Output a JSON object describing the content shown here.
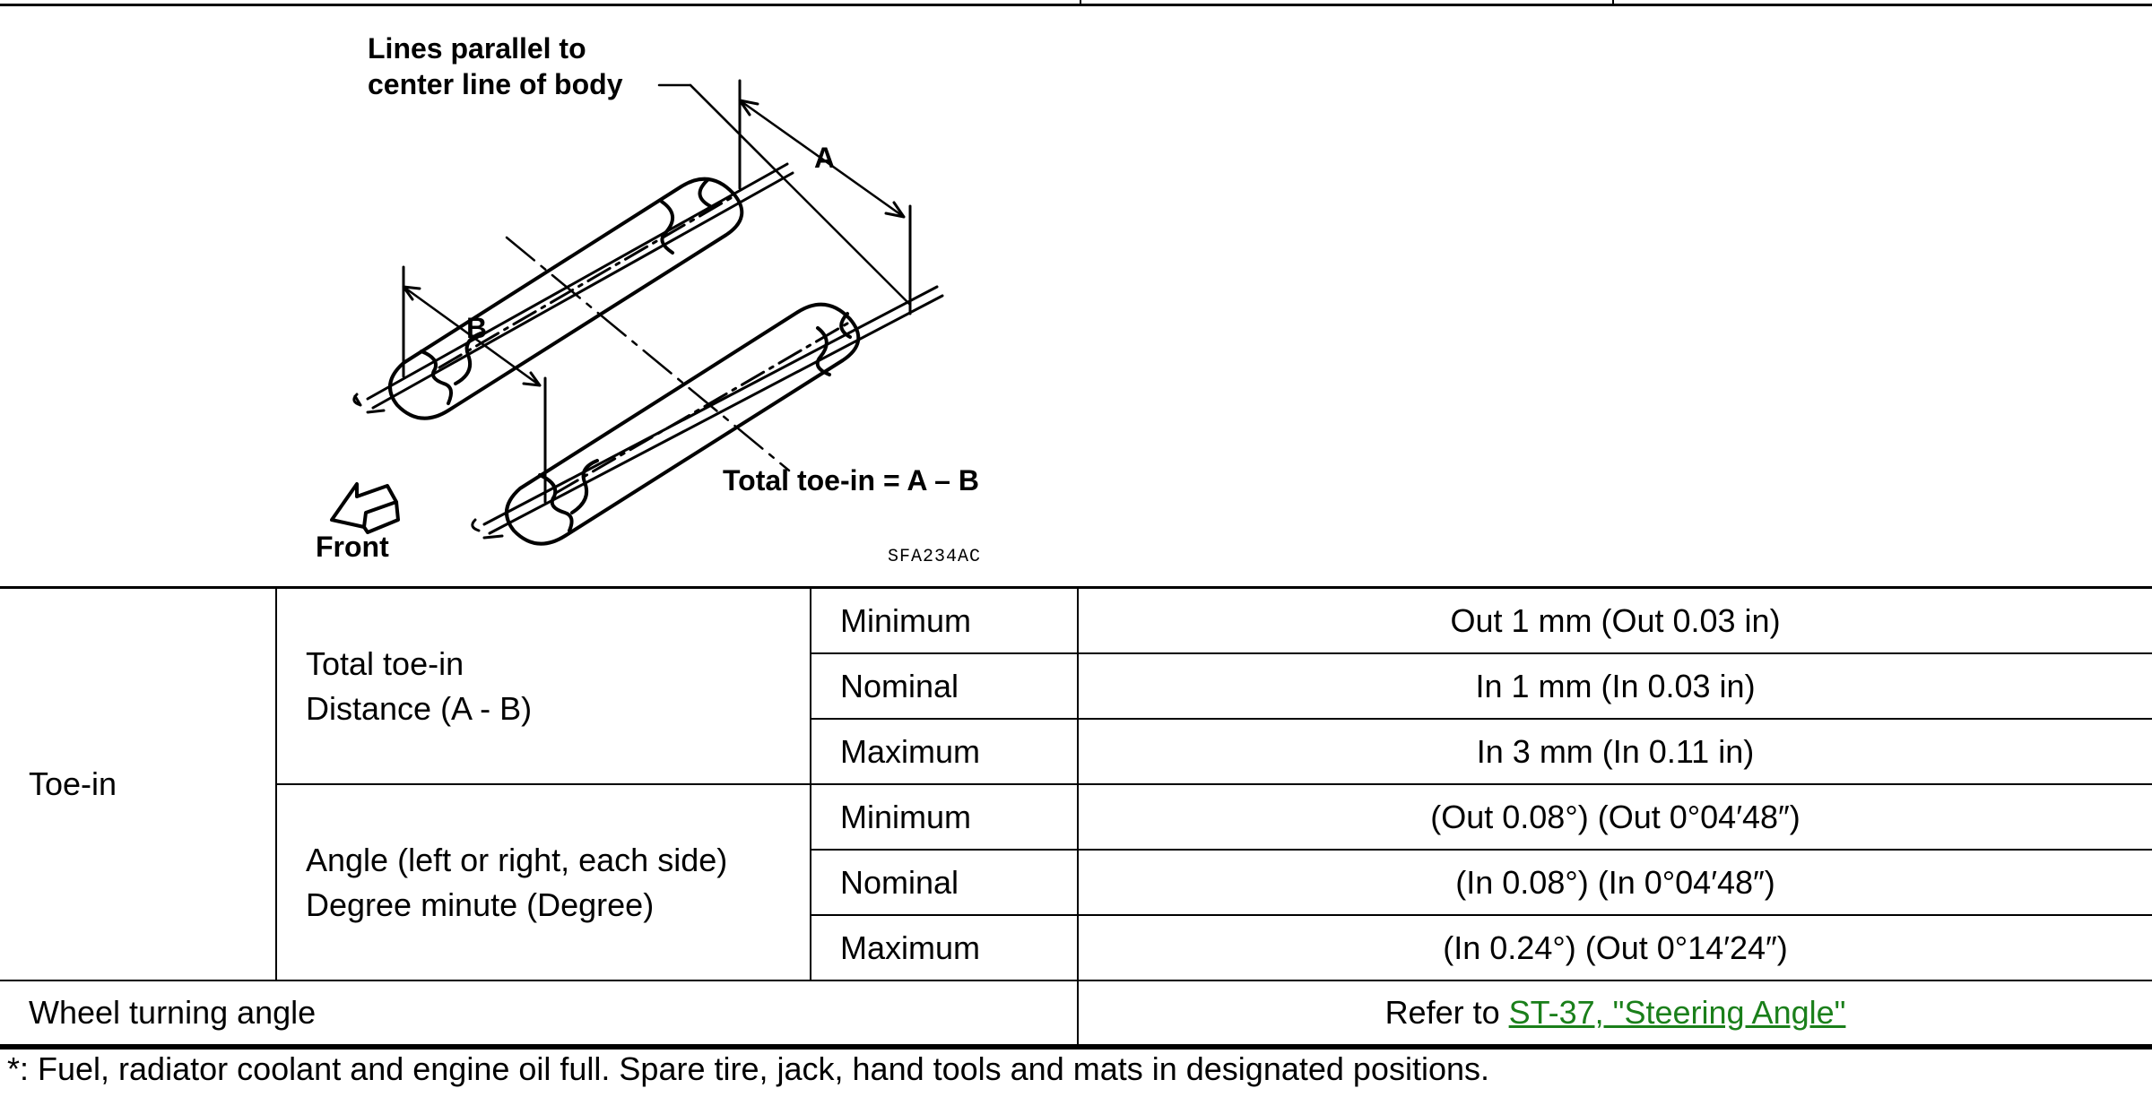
{
  "figure": {
    "label_lines_1": "Lines parallel to",
    "label_lines_2": "center line of body",
    "label_a": "A",
    "label_b": "B",
    "label_formula": "Total toe-in = A – B",
    "label_front": "Front",
    "code": "SFA234AC",
    "front_icon": "arrow-icon"
  },
  "table": {
    "group_label": "Toe-in",
    "distance_label_1": "Total toe-in",
    "distance_label_2": "Distance (A - B)",
    "angle_label_1": "Angle (left or right, each side)",
    "angle_label_2": "Degree minute (Degree)",
    "rows": [
      {
        "kind": "Minimum",
        "value": "Out 1 mm (Out 0.03 in)"
      },
      {
        "kind": "Nominal",
        "value": "In 1 mm (In 0.03 in)"
      },
      {
        "kind": "Maximum",
        "value": "In 3 mm (In 0.11 in)"
      },
      {
        "kind": "Minimum",
        "value": "(Out 0.08°) (Out 0°04′48″)"
      },
      {
        "kind": "Nominal",
        "value": "(In 0.08°) (In 0°04′48″)"
      },
      {
        "kind": "Maximum",
        "value": "(In 0.24°) (Out 0°14′24″)"
      }
    ],
    "wheel_label": "Wheel turning angle",
    "wheel_prefix": "Refer to ",
    "wheel_link": "ST-37, \"Steering Angle\"",
    "link_color": "#1a7f1a"
  },
  "footnote": "*: Fuel, radiator coolant and engine oil full. Spare tire, jack, hand tools and mats in designated positions."
}
